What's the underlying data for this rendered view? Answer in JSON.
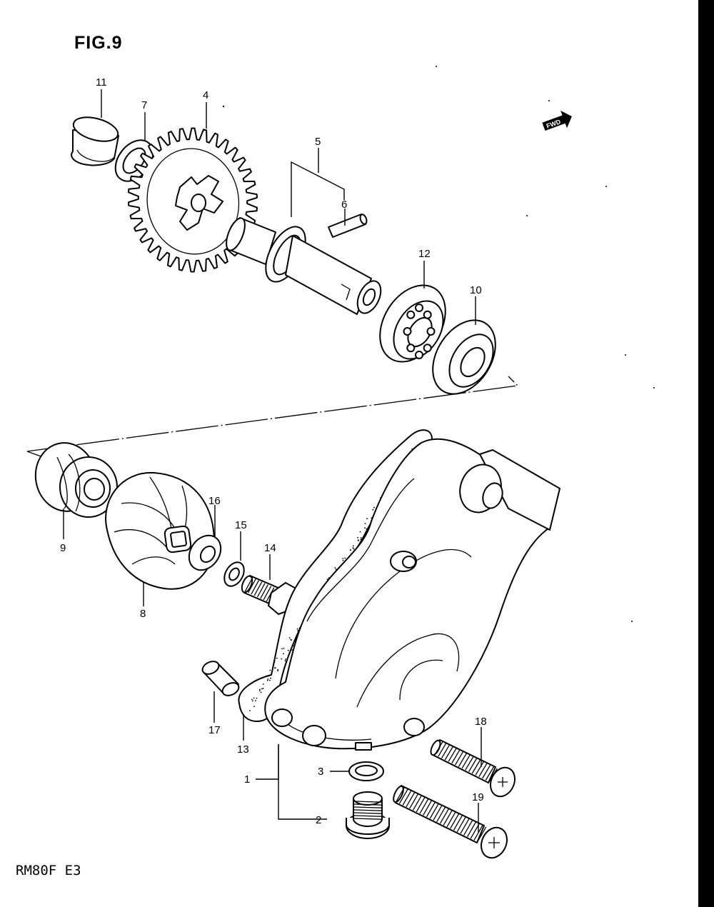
{
  "figure": {
    "title": "FIG.9",
    "footer": "RM80F E3",
    "direction_badge": "FWD"
  },
  "parts": [
    {
      "ref": "1",
      "label": "1"
    },
    {
      "ref": "2",
      "label": "2"
    },
    {
      "ref": "3",
      "label": "3"
    },
    {
      "ref": "4",
      "label": "4"
    },
    {
      "ref": "5",
      "label": "5"
    },
    {
      "ref": "6",
      "label": "6"
    },
    {
      "ref": "7",
      "label": "7"
    },
    {
      "ref": "8",
      "label": "8"
    },
    {
      "ref": "9",
      "label": "9"
    },
    {
      "ref": "10",
      "label": "10"
    },
    {
      "ref": "11",
      "label": "11"
    },
    {
      "ref": "12",
      "label": "12"
    },
    {
      "ref": "13",
      "label": "13"
    },
    {
      "ref": "14",
      "label": "14"
    },
    {
      "ref": "15",
      "label": "15"
    },
    {
      "ref": "16",
      "label": "16"
    },
    {
      "ref": "17",
      "label": "17"
    },
    {
      "ref": "18",
      "label": "18"
    },
    {
      "ref": "19",
      "label": "19"
    }
  ],
  "icons": {
    "direction": "fwd-arrow-icon"
  }
}
